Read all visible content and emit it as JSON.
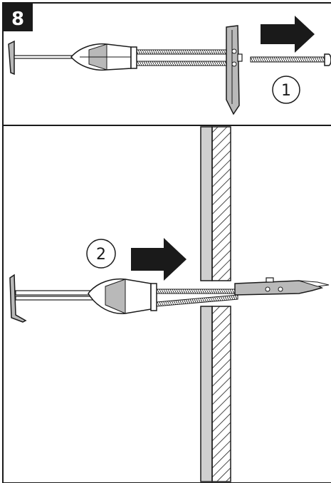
{
  "step": {
    "number": "8"
  },
  "callouts": {
    "first": "1",
    "second": "2"
  },
  "colors": {
    "frame": "#1a1a1a",
    "arrow": "#1a1a1a",
    "wall_fill": "#cfcfcf",
    "hatch": "#1a1a1a",
    "metal": "#b9b9b9",
    "background": "#ffffff"
  },
  "icons": {
    "step_badge": "step-number-badge",
    "arrow_top": "right-arrow-icon",
    "arrow_bottom": "right-arrow-icon"
  }
}
